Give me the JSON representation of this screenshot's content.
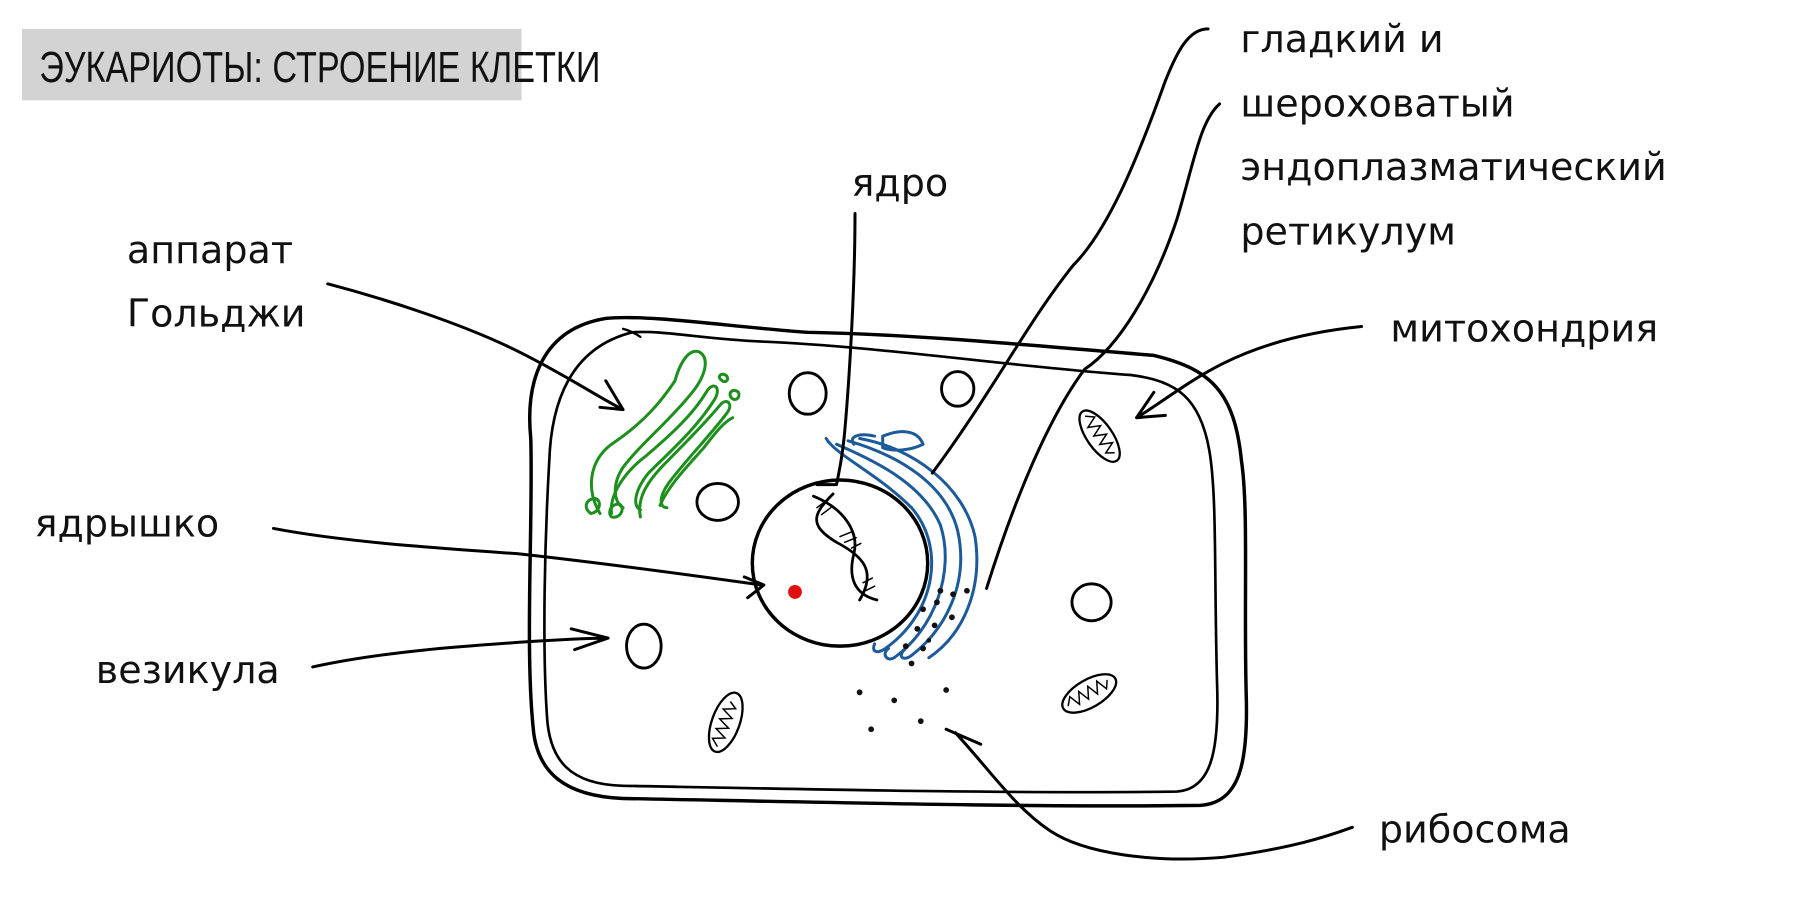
{
  "title": "ЭУКАРИОТЫ: СТРОЕНИЕ КЛЕТКИ",
  "labels": {
    "golgi_line1": "аппарат",
    "golgi_line2": "Гольджи",
    "nucleolus": "ядрышко",
    "vesicle": "везикула",
    "nucleus": "ядро",
    "er_line1": "гладкий и",
    "er_line2": "шероховатый",
    "er_line3": "эндоплазматический",
    "er_line4": "ретикулум",
    "mitochondrion": "митохондрия",
    "ribosome": "рибосома"
  },
  "colors": {
    "title_bg": "#d3d3d3",
    "golgi": "#1d8f1d",
    "er": "#1d5a9a",
    "nucleolus": "#e01010"
  }
}
